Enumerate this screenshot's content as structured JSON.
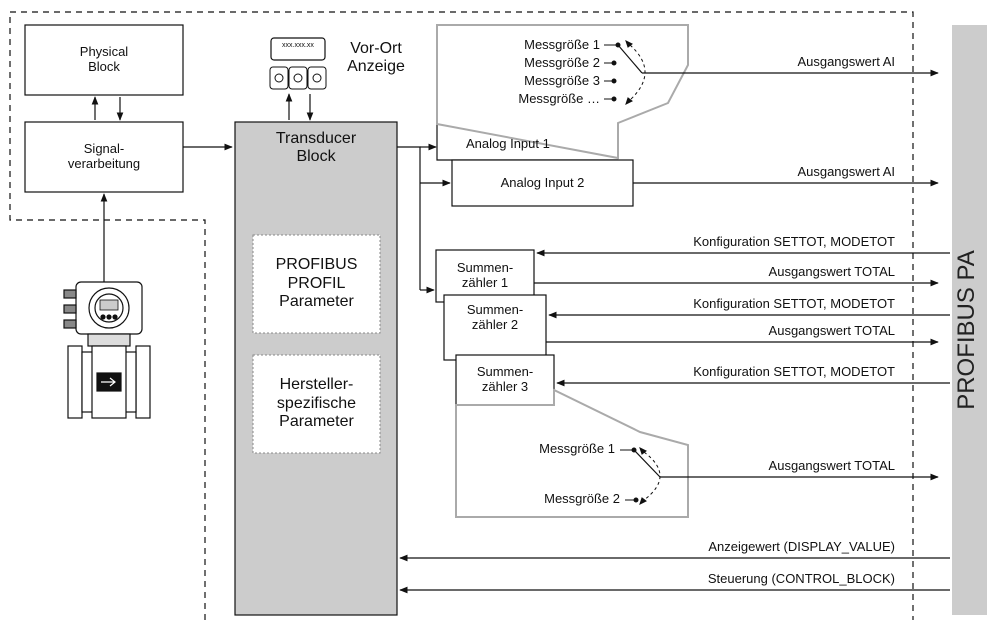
{
  "colors": {
    "gray_fill": "#cccccc",
    "line": "#111111",
    "light_border": "#999999"
  },
  "blocks": {
    "physical_block": "Physical\nBlock",
    "signal_processing": "Signal-\nverarbeitung",
    "transducer_block": "Transducer\nBlock",
    "profibus_profil_parameter": "PROFIBUS\nPROFIL\nParameter",
    "manufacturer_parameter": "Hersteller-\nspezifische\nParameter",
    "local_display": "Vor-Ort\nAnzeige",
    "display_digits": "xxx.xxx.xx",
    "analog_input_1": "Analog Input 1",
    "analog_input_2": "Analog Input 2",
    "totalizer_1": "Summen-\nzähler 1",
    "totalizer_2": "Summen-\nzähler 2",
    "totalizer_3": "Summen-\nzähler 3"
  },
  "selector_ai": [
    "Messgröße 1",
    "Messgröße 2",
    "Messgröße 3",
    "Messgröße …"
  ],
  "selector_total": [
    "Messgröße 1",
    "Messgröße 2"
  ],
  "outputs": {
    "ai_1": "Ausgangswert AI",
    "ai_2": "Ausgangswert AI",
    "cfg_1": "Konfiguration SETTOT, MODETOT",
    "total_1": "Ausgangswert TOTAL",
    "cfg_2": "Konfiguration SETTOT, MODETOT",
    "total_2": "Ausgangswert TOTAL",
    "cfg_3": "Konfiguration SETTOT, MODETOT",
    "total_3": "Ausgangswert TOTAL",
    "display_value": "Anzeigewert (DISPLAY_VALUE)",
    "control_block": "Steuerung (CONTROL_BLOCK)"
  },
  "bus_label": "PROFIBUS PA",
  "device_icon": "flowmeter-icon"
}
